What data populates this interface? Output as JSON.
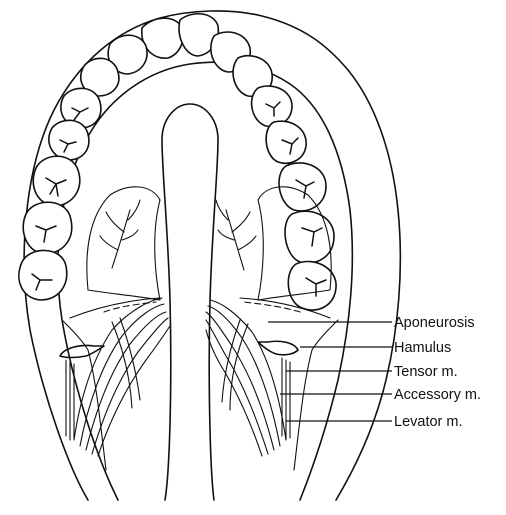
{
  "labels": {
    "aponeurosis": "Aponeurosis",
    "hamulus": "Hamulus",
    "tensor": "Tensor m.",
    "accessory": "Accessory m.",
    "levator": "Levator m."
  }
}
